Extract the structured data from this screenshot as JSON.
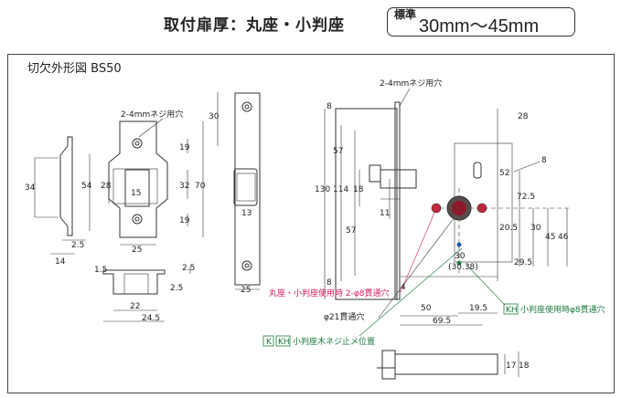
{
  "header": {
    "title": "取付扉厚：丸座・小判座",
    "thickness_label": "標準",
    "thickness_value": "30mm〜45mm"
  },
  "diagram": {
    "title": "切欠外形図 BS50",
    "notes": {
      "screw_hole_strike": "2-4mmネジ用穴",
      "screw_hole_front": "2-4mmネジ用穴",
      "through_hole_8": "丸座・小判座使用時 2-φ8貫通穴",
      "through_hole_21": "φ21貫通穴",
      "kh_through_hole": "小判座使用時φ8貫通穴",
      "kh_badge": "KH",
      "k_badge": "K",
      "kh_badge2": "KH",
      "wood_screw": "小判座木ネジ止メ位置"
    },
    "dims": {
      "d34": "34",
      "d2_5a": "2.5",
      "d14": "14",
      "d54": "54",
      "d28": "28",
      "d15": "15",
      "d25a": "25",
      "d19a": "19",
      "d32": "32",
      "d19b": "19",
      "d70": "70",
      "d30a": "30",
      "d13": "13",
      "d25b": "25",
      "d1_5": "1.5",
      "d2_5b": "2.5",
      "d2_5c": "2.5",
      "d22": "22",
      "d24_5": "24.5",
      "d8a": "8",
      "d57a": "57",
      "d130": "130",
      "d114": "114",
      "d18": "18",
      "d57b": "57",
      "d11": "11",
      "d8b": "8",
      "d28b": "28",
      "d52": "52",
      "d72_5": "72.5",
      "d20_5": "20.5",
      "d30b": "30",
      "d45": "45",
      "d46": "46",
      "d29_5": "29.5",
      "d8c": "8",
      "d30c": "30",
      "d30_38": "(30.38)",
      "d4": "4",
      "d50": "50",
      "d19_5": "19.5",
      "d69_5": "69.5",
      "d17": "17",
      "d18b": "18"
    }
  }
}
